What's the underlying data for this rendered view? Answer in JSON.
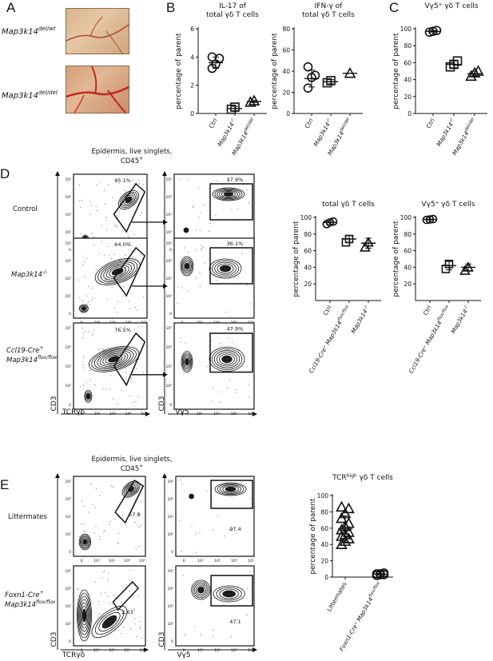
{
  "panels": {
    "A": {
      "label": "A",
      "rows": [
        {
          "genotype": "Map3k14",
          "sup": "del/wt"
        },
        {
          "genotype": "Map3k14",
          "sup": "del/del"
        }
      ]
    },
    "B": {
      "label": "B"
    },
    "C": {
      "label": "C"
    },
    "D": {
      "label": "D",
      "gate_header_line1": "Epidermis, live singlets,",
      "gate_header_line2": "CD45",
      "gate_header_sup": "+",
      "rows": [
        {
          "label1": "Control",
          "label2": "",
          "sup1": "",
          "sup2": "",
          "pct1": "95.1%",
          "pct2": "97.9%"
        },
        {
          "label1": "Map3k14",
          "label2": "",
          "sup1": "-/-",
          "sup2": "",
          "pct1": "64.0%",
          "pct2": "36.1%"
        },
        {
          "label1": "Ccl19-Cre",
          "sup1": "+",
          "label2": "Map3k14",
          "sup2": "flox/flox",
          "pct1": "76.5%",
          "pct2": "47.9%"
        }
      ],
      "x_axis_left": "TCRγδ",
      "x_axis_right": "Vγ5",
      "y_axis": "CD3"
    },
    "E": {
      "label": "E",
      "gate_header_line1": "Epidermis, live singlets,",
      "gate_header_line2": "CD45",
      "gate_header_sup": "+",
      "rows": [
        {
          "label1": "Littermates",
          "label2": "",
          "sup1": "",
          "sup2": "",
          "pct1": "57.8",
          "pct2": "97.4"
        },
        {
          "label1": "Foxn1-Cre",
          "sup1": "+",
          "label2": "Map3k14",
          "sup2": "flox/flox",
          "pct1": "2.63",
          "pct2": "47.1"
        }
      ],
      "x_axis_left": "TCRγδ",
      "x_axis_right": "Vγ5",
      "y_axis": "CD3"
    },
    "flow_ticks": {
      "x": [
        "0",
        "10²",
        "10³",
        "10⁴",
        "10⁵"
      ],
      "y": [
        "0",
        "10²",
        "10³",
        "10⁴",
        "10⁵"
      ]
    }
  },
  "chart_data": [
    {
      "id": "B1",
      "type": "scatter",
      "title": "IL-17 of",
      "title2": "total γδ T cells",
      "ylabel": "percentage of parent",
      "ylim": [
        0,
        6
      ],
      "yticks": [
        0,
        2,
        4,
        6
      ],
      "categories": [
        "Ctrl",
        "Map3k14-/-",
        "Map3k14del/del"
      ],
      "cat_main": [
        "Ctrl",
        "Map3k14",
        "Map3k14"
      ],
      "cat_sup": [
        "",
        "-/-",
        "del/del"
      ],
      "markers": [
        "circle",
        "square",
        "triangle"
      ],
      "points": [
        [
          3.2,
          3.5,
          3.9,
          4.0
        ],
        [
          0.3,
          0.45
        ],
        [
          0.8,
          0.9
        ]
      ],
      "means": [
        3.6,
        0.35,
        0.85
      ],
      "sd": [
        0.4,
        0.15,
        0.07
      ]
    },
    {
      "id": "B2",
      "type": "scatter",
      "title": "IFN-γ of",
      "title2": "total γδ T cells",
      "ylabel": "percentage of parent",
      "ylim": [
        0,
        80
      ],
      "yticks": [
        0,
        20,
        40,
        60,
        80
      ],
      "categories": [
        "Ctrl",
        "Map3k14-/-",
        "Map3k14del/del"
      ],
      "cat_main": [
        "Ctrl",
        "Map3k14",
        "Map3k14"
      ],
      "cat_sup": [
        "",
        "-/-",
        "del/del"
      ],
      "markers": [
        "circle",
        "square",
        "triangle"
      ],
      "points": [
        [
          24,
          34,
          36,
          44
        ],
        [
          29,
          31
        ],
        [
          38
        ]
      ],
      "means": [
        33,
        30,
        38
      ],
      "sd": [
        8,
        2,
        0
      ]
    },
    {
      "id": "C",
      "type": "scatter",
      "title": "Vγ5⁺ γδ T cells",
      "title2": "",
      "ylabel": "percentage of parent",
      "ylim": [
        0,
        100
      ],
      "yticks": [
        0,
        20,
        40,
        60,
        80,
        100
      ],
      "categories": [
        "Ctrl",
        "Map3k14-/-",
        "Map3k14del/del"
      ],
      "cat_main": [
        "Ctrl",
        "Map3k14",
        "Map3k14"
      ],
      "cat_sup": [
        "",
        "-/-",
        "del/del"
      ],
      "markers": [
        "circle",
        "square",
        "triangle"
      ],
      "points": [
        [
          96,
          97,
          98
        ],
        [
          55,
          58,
          62
        ],
        [
          44,
          48,
          50
        ]
      ],
      "means": [
        97,
        58,
        47
      ],
      "sd": [
        1,
        4,
        3
      ]
    },
    {
      "id": "D1",
      "type": "scatter",
      "title": "total γδ T cells",
      "title2": "",
      "ylabel": "percentage of parent",
      "ylim": [
        0,
        100
      ],
      "yticks": [
        20,
        40,
        60,
        80,
        100
      ],
      "categories": [
        "Ctrl",
        "Ccl19-Cre+ Map3k14flox/flox",
        "Map3k14-/-"
      ],
      "cat_main": [
        "Ctrl",
        "Ccl19-Cre⁺ Map3k14",
        "Map3k14"
      ],
      "cat_sup": [
        "",
        "flox/flox",
        "-/-"
      ],
      "markers": [
        "circle",
        "square",
        "triangle"
      ],
      "points": [
        [
          92,
          94,
          95
        ],
        [
          70,
          74
        ],
        [
          64,
          70
        ]
      ],
      "means": [
        94,
        74,
        69
      ],
      "sd": [
        2,
        4,
        6
      ]
    },
    {
      "id": "D2",
      "type": "scatter",
      "title": "Vγ5⁺ γδ T cells",
      "title2": "",
      "ylabel": "percentage of parent",
      "ylim": [
        0,
        100
      ],
      "yticks": [
        20,
        40,
        60,
        80,
        100
      ],
      "categories": [
        "Ctrl",
        "Ccl19-Cre+ Map3k14flox/flox",
        "Map3k14-/-"
      ],
      "cat_main": [
        "Ctrl",
        "Ccl19-Cre⁺ Map3k14",
        "Map3k14"
      ],
      "cat_sup": [
        "",
        "flox/flox",
        "-/-"
      ],
      "markers": [
        "circle",
        "square",
        "triangle"
      ],
      "points": [
        [
          97,
          97.5,
          98
        ],
        [
          38,
          44
        ],
        [
          36,
          40
        ]
      ],
      "means": [
        97.5,
        42,
        40
      ],
      "sd": [
        0.5,
        5,
        4
      ]
    },
    {
      "id": "E1",
      "type": "scatter",
      "title": "TCR",
      "title_sup": "high",
      "title_rest": " γδ T cells",
      "ylabel": "percentage of parent",
      "ylim": [
        0,
        100
      ],
      "yticks": [
        0,
        20,
        40,
        60,
        80,
        100
      ],
      "categories": [
        "Littermates",
        "Foxn1-Cre+ Map3k14flox/flox"
      ],
      "cat_main": [
        "Littermates",
        "Foxn1-Cre⁺ Map3k14"
      ],
      "cat_sup": [
        "",
        "flox/flox"
      ],
      "markers": [
        "triangle",
        "circle"
      ],
      "points": [
        [
          40,
          44,
          47,
          50,
          52,
          55,
          58,
          62,
          66,
          72,
          78,
          84,
          86
        ],
        [
          2,
          3,
          3,
          4,
          4,
          5
        ]
      ],
      "means": [
        59,
        3.5
      ],
      "sd": [
        16,
        1
      ]
    }
  ]
}
